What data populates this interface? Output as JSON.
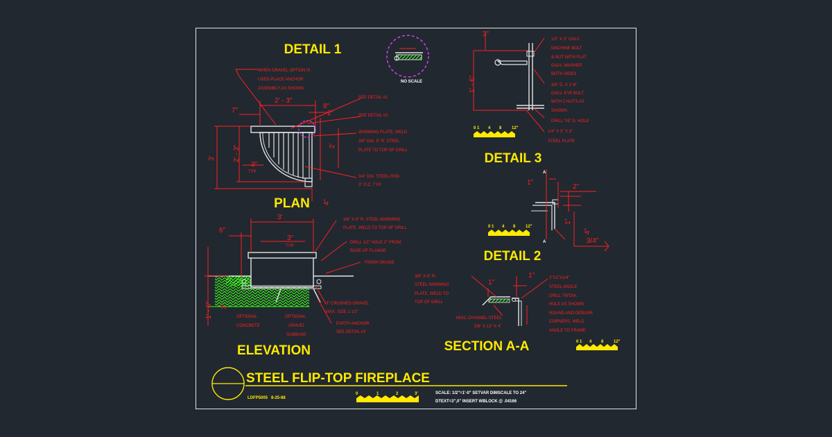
{
  "titles": {
    "detail1": "DETAIL 1",
    "plan": "PLAN",
    "elevation": "ELEVATION",
    "detail3": "DETAIL 3",
    "detail2": "DETAIL 2",
    "section": "SECTION A-A",
    "main": "STEEL FLIP-TOP FIREPLACE"
  },
  "no_scale": "NO SCALE",
  "plan_notes": {
    "gravel1": "WHEN GRAVEL OPTION IS",
    "gravel2": "USED PLACE ANCHOR",
    "gravel3": "ASSEMBLY AS SHOWN",
    "see_detail1": "SEE DETAIL #1",
    "see_detail2": "SEE DETAIL #2",
    "warming1": "WARMING PLATE, WELD",
    "warming2": "3/8\" DIA. 8\" R. STEEL",
    "warming3": "PLATE TO TOP OF GRILL",
    "rod1": "3/4\" DIA. STEEL ROD",
    "rod2": "3\" O.C. TYP."
  },
  "plan_dims": {
    "d7": "7\"",
    "d2_3": "2' - 3\"",
    "d8": "8\"",
    "d2in": "2\"",
    "d3ft": "3'",
    "d2_3v": "2' - 3\"",
    "d2ft": "2'",
    "d3in": "3\"",
    "typ": "TYP",
    "d4": "4\""
  },
  "elev_notes": {
    "plate1": "3/8\" X 8\" R. STEEL WARMING",
    "plate2": "PLATE, WELD TO TOP OF GRILL",
    "drill1": "DRILL 1/2\" HOLE 2\" FROM",
    "drill2": "BASE OF FLANGE",
    "finish": "FINISH GRADE",
    "crushed1": "3\" CRUSHED GRAVEL",
    "crushed2": "MAX. SIZE 1 1/2\"",
    "earth1": "EARTH ANCHOR",
    "earth2": "SEE DETAIL #3",
    "conc1": "OPTIONAL",
    "conc2": "CONCRETE",
    "grav1": "OPTIONAL",
    "grav2": "GRAVEL",
    "grav3": "SUBBASE"
  },
  "elev_dims": {
    "d3ft": "3'",
    "d6": "6\"",
    "d3": "3\"",
    "typ": "TYP",
    "d1_6": "1' - 6\"",
    "d3b": "3\""
  },
  "detail3_notes": {
    "l1": "1/2\" X 3\" GALV.",
    "l2": "MACHINE BOLT",
    "l3": "& NUT WITH FLAT",
    "l4": "GALV. WASHER",
    "l5": "BOTH SIDES",
    "l6": "3/8\" D. X 1'-6\"",
    "l7": "GALV. EYE BOLT",
    "l8": "WITH 2 NUTS AS",
    "l9": "SHOWN",
    "l10": "DRILL 7/8\" D. HOLE",
    "l11": "1/4\" X 3\" X 3\"",
    "l12": "STEEL PLATE"
  },
  "detail3_dims": {
    "d3": "3\"",
    "d1_6": "1' - 6\""
  },
  "detail2_dims": {
    "a_top": "A",
    "a_bot": "A",
    "d1": "1\"",
    "d2": "2\"",
    "d4": "4\"",
    "d34": "3/4\"",
    "d1b": "1\""
  },
  "section_notes": {
    "left1": "3/8\" X 8\" R.",
    "left2": "STEEL WARMING",
    "left3": "PLATE, WELD TO",
    "left4": "TOP OF GRILL",
    "r1": "2\"X2\"X1/4\"",
    "r2": "STEEL ANGLE",
    "r3": "DRILL 7/8\"DIA.",
    "r4": "HOLE AS SHOWN",
    "r5": "ROUND AND DEBURR",
    "r6": "CORNERS, WELD",
    "r7": "ANGLE TO FRAME",
    "chan1": "MISC CHANNEL STEEL",
    "chan2": "5/8\" X 13\" X 4\"",
    "d1": "1\"",
    "d1b": "1\""
  },
  "scale_bars": {
    "small": [
      "0 1",
      "4",
      "8",
      "12\""
    ],
    "main": [
      "0",
      "1",
      "2",
      "3'"
    ]
  },
  "title_block": {
    "code": "LDFP5005",
    "date": "8-25-88",
    "scale_line1": "SCALE: 1/2\"=1'-0\"  SETVAR DIMSCALE TO 24\"",
    "scale_line2": "DTEXT=3\",0\"  INSERT WBLOCK @ .04166"
  },
  "colors": {
    "background": "#212830",
    "title": "#ffea00",
    "annotation": "#ff2020",
    "linework": "#e6e6e6",
    "hatch": "#39ff14",
    "detail_circle": "#e040fb"
  }
}
